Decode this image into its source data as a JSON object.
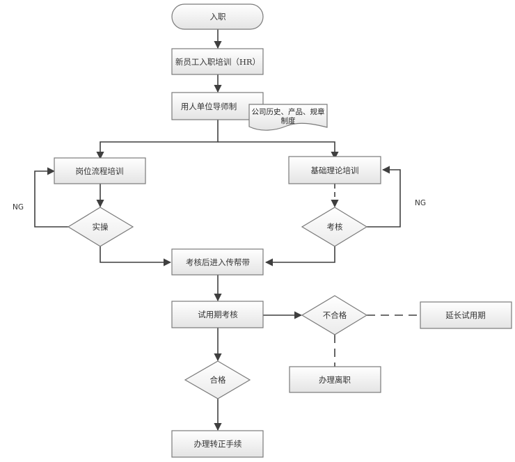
{
  "diagram": {
    "title": "新员工入职培训流程",
    "colors": {
      "stroke": "#7a7a7a",
      "connector": "#3f3f3f",
      "fill_top": "#ffffff",
      "fill_bottom": "#e6e6e6",
      "text": "#333333"
    },
    "nodes": {
      "start": {
        "type": "terminator",
        "label": "入职"
      },
      "hr_training": {
        "type": "process",
        "label": "新员工入职培训（HR）"
      },
      "mentor": {
        "type": "process",
        "label": "用人单位导师制"
      },
      "mentor_note": {
        "type": "document",
        "line1": "公司历史、产品、规章",
        "line2": "制度"
      },
      "post_process_training": {
        "type": "process",
        "label": "岗位流程培训"
      },
      "practice": {
        "type": "decision",
        "label": "实操"
      },
      "theory_training": {
        "type": "process",
        "label": "基础理论培训"
      },
      "theory_exam": {
        "type": "decision",
        "label": "考核"
      },
      "mentoring": {
        "type": "process",
        "label": "考核后进入传帮带"
      },
      "probation_review": {
        "type": "process",
        "label": "试用期考核"
      },
      "fail": {
        "type": "decision",
        "label": "不合格"
      },
      "extend_probation": {
        "type": "process",
        "label": "延长试用期"
      },
      "resign": {
        "type": "process",
        "label": "办理离职"
      },
      "pass": {
        "type": "decision",
        "label": "合格"
      },
      "regularize": {
        "type": "process",
        "label": "办理转正手续"
      }
    },
    "edge_labels": {
      "practice_ng": "NG",
      "exam_ng": "NG"
    },
    "edges": [
      {
        "from": "start",
        "to": "hr_training",
        "style": "solid"
      },
      {
        "from": "hr_training",
        "to": "mentor",
        "style": "solid"
      },
      {
        "from": "mentor",
        "to": "post_process_training",
        "style": "solid"
      },
      {
        "from": "mentor",
        "to": "theory_training",
        "style": "solid"
      },
      {
        "from": "post_process_training",
        "to": "practice",
        "style": "solid"
      },
      {
        "from": "practice",
        "to": "post_process_training",
        "style": "solid",
        "label": "NG"
      },
      {
        "from": "theory_training",
        "to": "theory_exam",
        "style": "dashed"
      },
      {
        "from": "theory_exam",
        "to": "theory_training",
        "style": "solid",
        "label": "NG"
      },
      {
        "from": "practice",
        "to": "mentoring",
        "style": "solid"
      },
      {
        "from": "theory_exam",
        "to": "mentoring",
        "style": "solid"
      },
      {
        "from": "mentoring",
        "to": "probation_review",
        "style": "solid"
      },
      {
        "from": "probation_review",
        "to": "fail",
        "style": "solid"
      },
      {
        "from": "fail",
        "to": "extend_probation",
        "style": "dashed"
      },
      {
        "from": "fail",
        "to": "resign",
        "style": "dashed"
      },
      {
        "from": "probation_review",
        "to": "pass",
        "style": "solid"
      },
      {
        "from": "pass",
        "to": "regularize",
        "style": "solid"
      }
    ]
  }
}
